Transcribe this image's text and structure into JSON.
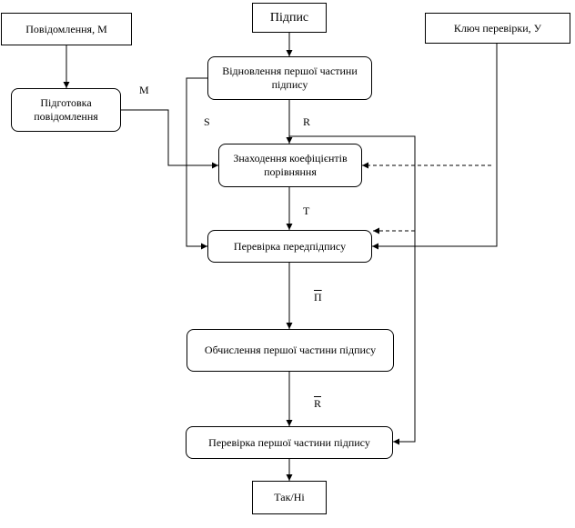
{
  "nodes": {
    "message": "Повідомлення, М",
    "signature": "Підпис",
    "verification_key": "Ключ перевірки, У",
    "restore_first_part": "Відновлення першої частини підпису",
    "prepare_message": "Підготовка повідомлення",
    "find_coefficients": "Знаходення коефіцієнтів  порівняння",
    "verify_presignature": "Перевірка передпідпису",
    "compute_first_part": "Обчислення першої частини підпису",
    "verify_first_part": "Перевірка першої частини підпису",
    "yes_no": "Так/Ні"
  },
  "edge_labels": {
    "m": "M",
    "s": "S",
    "r": "R",
    "t": "T",
    "p_bar": "П",
    "r_bar": "R"
  }
}
